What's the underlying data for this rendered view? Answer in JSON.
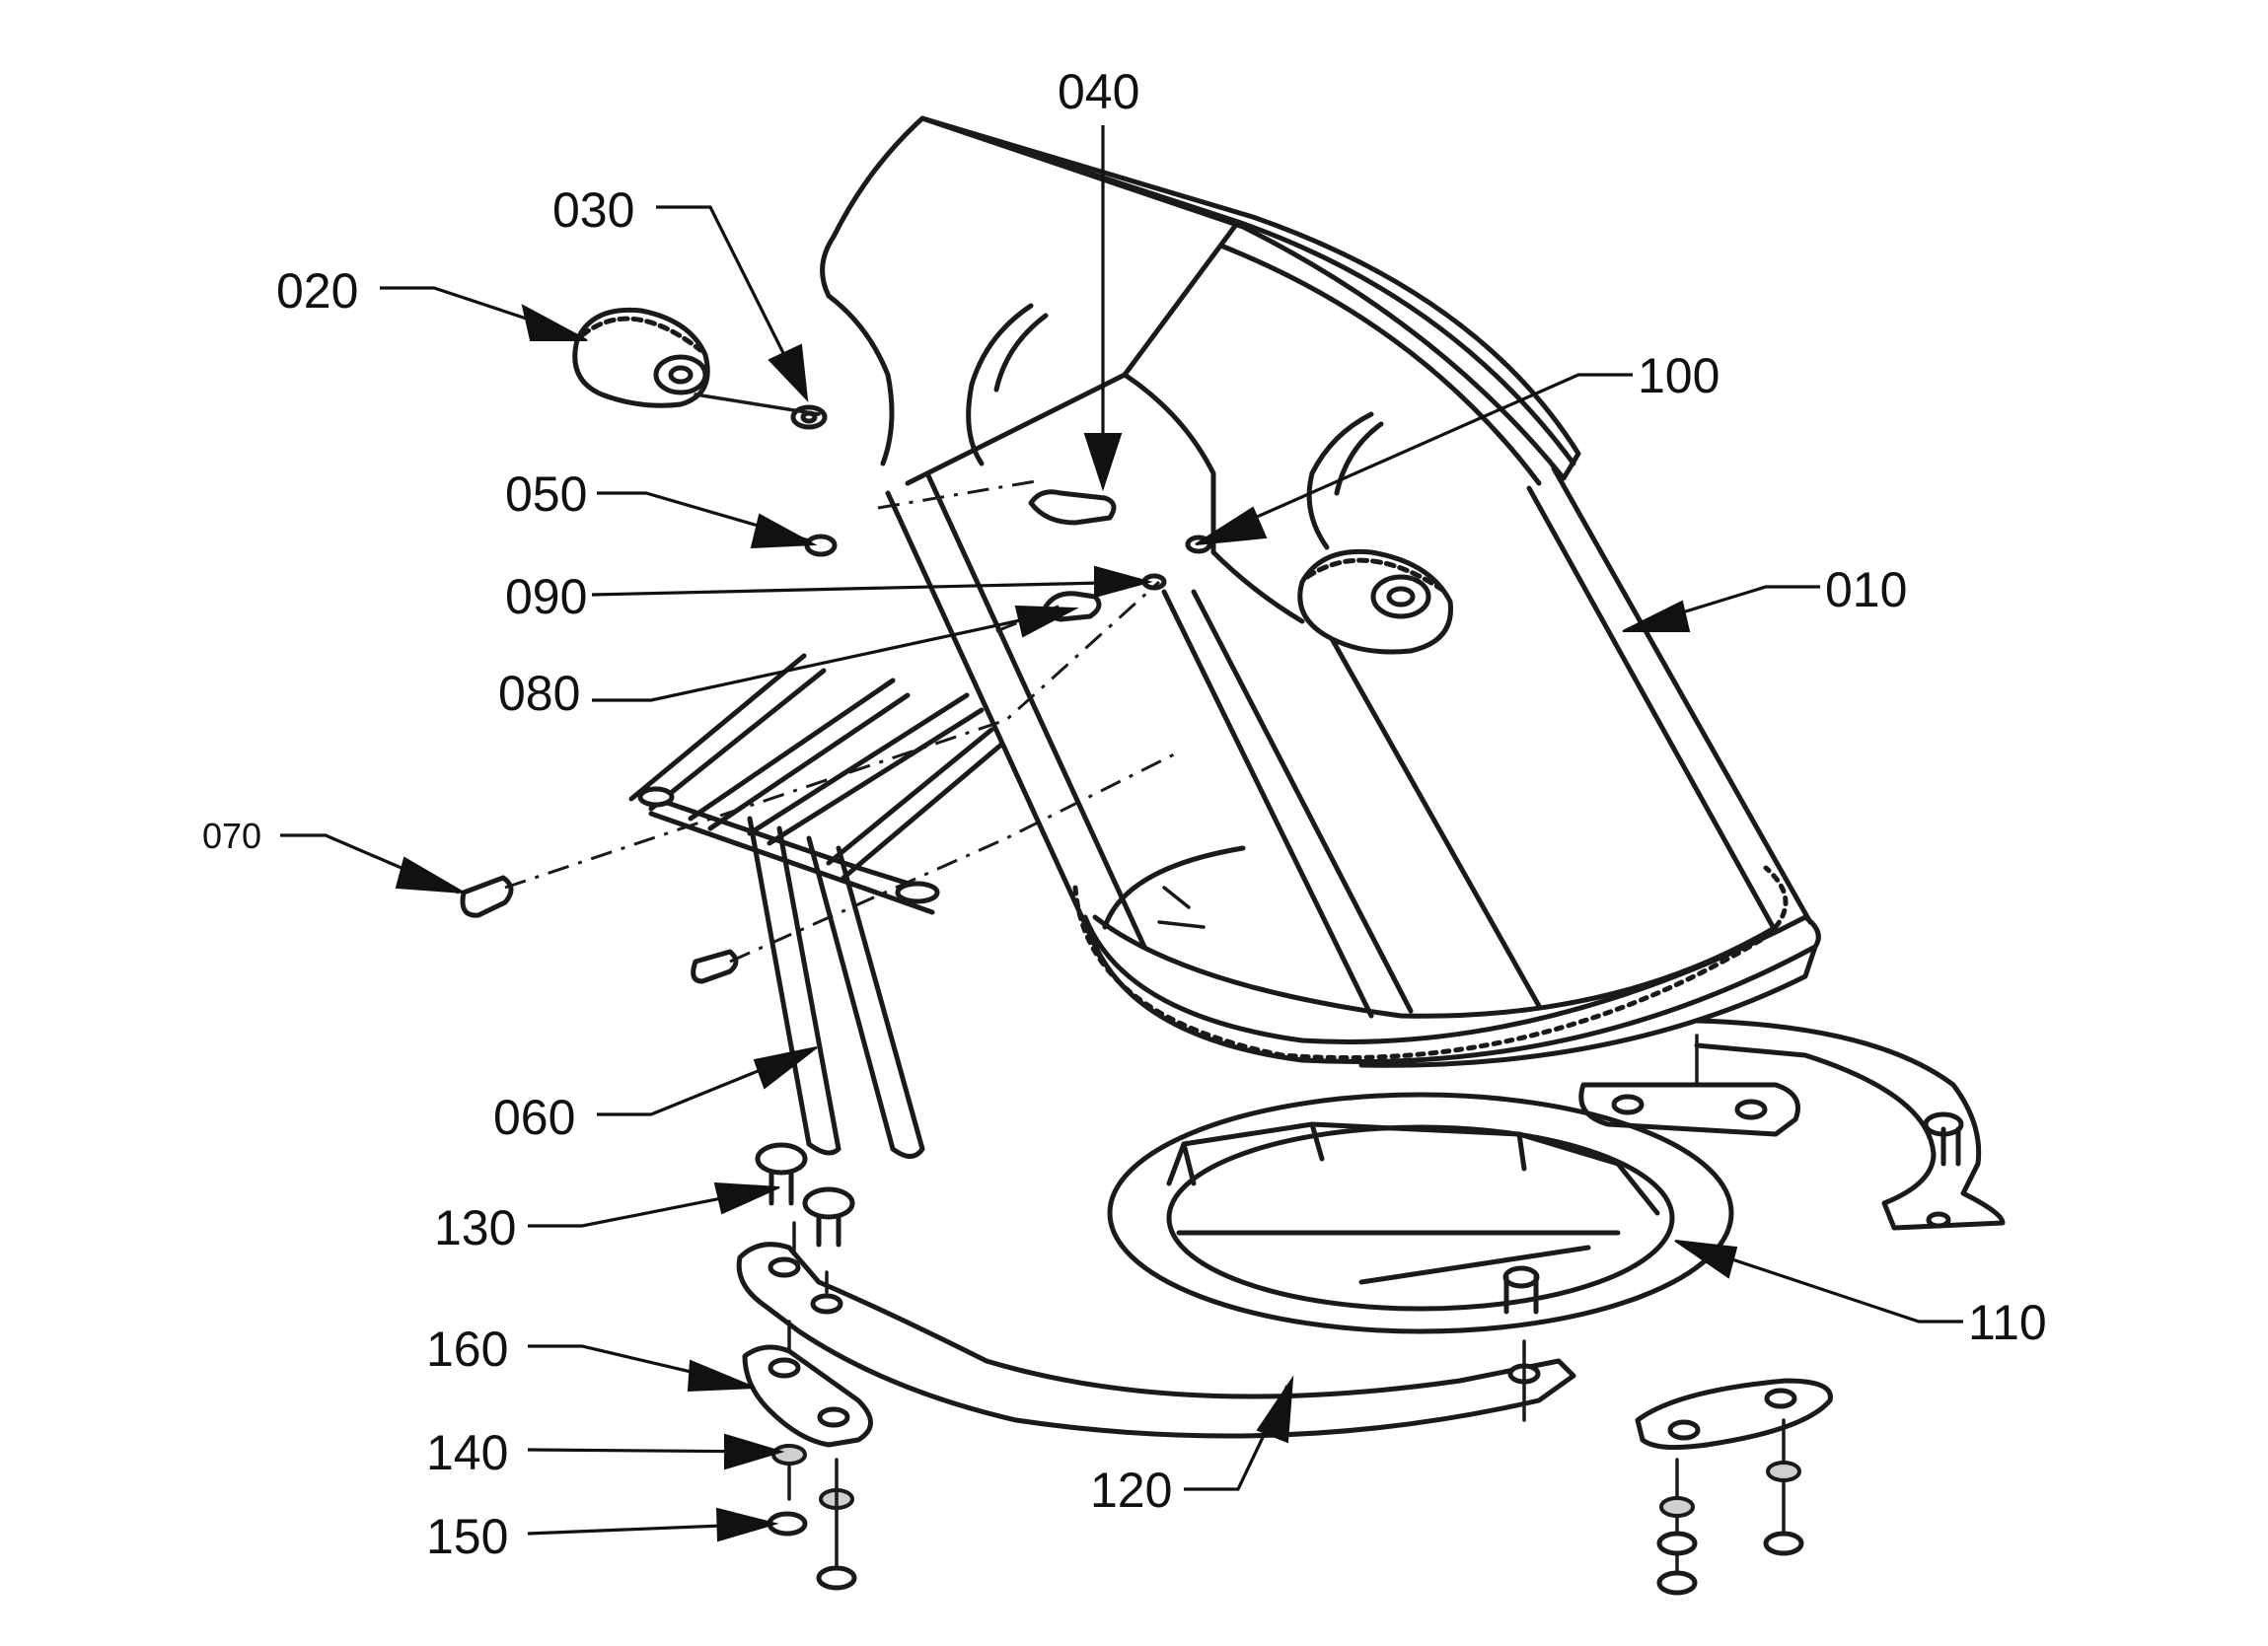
{
  "labels": {
    "p010": "010",
    "p020": "020",
    "p030": "030",
    "p040": "040",
    "p050": "050",
    "p060": "060",
    "p070": "070",
    "p080": "080",
    "p090": "090",
    "p100": "100",
    "p110": "110",
    "p120": "120",
    "p130": "130",
    "p140": "140",
    "p150": "150",
    "p160": "160"
  }
}
